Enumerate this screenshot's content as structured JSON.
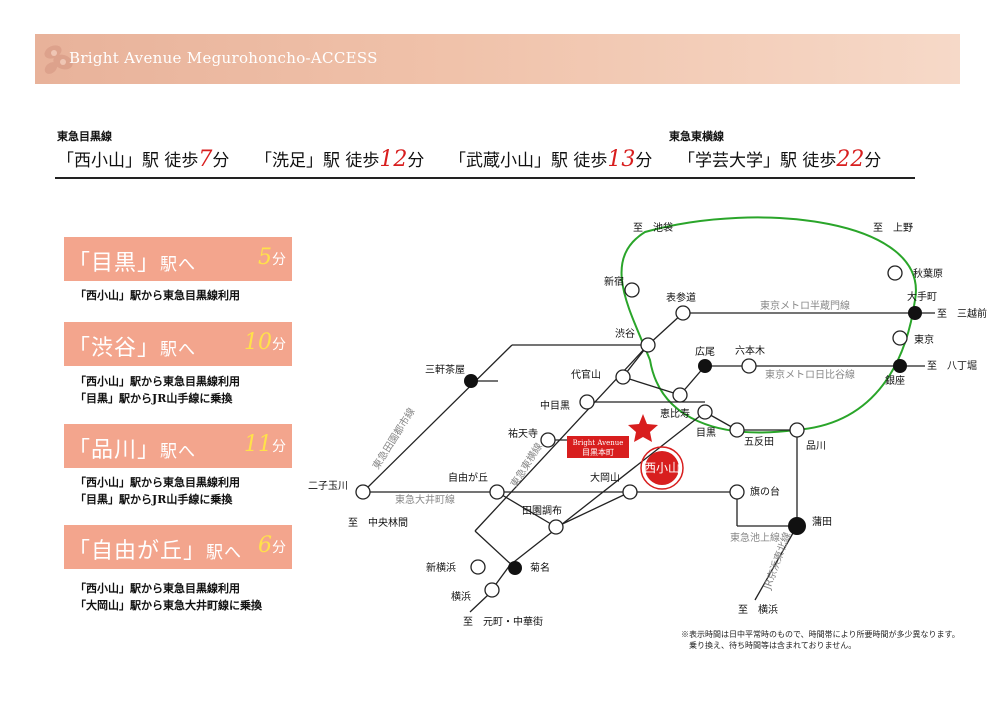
{
  "header": {
    "title": "Bright Avenue Megurohoncho-ACCESS"
  },
  "access": {
    "line1_name": "東急目黒線",
    "line2_name": "東急東横線",
    "items": [
      {
        "station": "「西小山」駅",
        "walk": "徒歩",
        "min": "7",
        "unit": "分"
      },
      {
        "station": "「洗足」駅",
        "walk": "徒歩",
        "min": "12",
        "unit": "分"
      },
      {
        "station": "「武蔵小山」駅",
        "walk": "徒歩",
        "min": "13",
        "unit": "分"
      },
      {
        "station": "「学芸大学」駅",
        "walk": "徒歩",
        "min": "22",
        "unit": "分"
      }
    ]
  },
  "destinations": [
    {
      "name": "「目黒」",
      "suffix": "駅へ",
      "min": "5",
      "unit": "分",
      "notes": [
        "「西小山」駅から東急目黒線利用"
      ]
    },
    {
      "name": "「渋谷」",
      "suffix": "駅へ",
      "min": "10",
      "unit": "分",
      "notes": [
        "「西小山」駅から東急目黒線利用",
        "「目黒」駅からJR山手線に乗換"
      ]
    },
    {
      "name": "「品川」",
      "suffix": "駅へ",
      "min": "11",
      "unit": "分",
      "notes": [
        "「西小山」駅から東急目黒線利用",
        "「目黒」駅からJR山手線に乗換"
      ]
    },
    {
      "name": "「自由が丘」",
      "suffix": "駅へ",
      "min": "6",
      "unit": "分",
      "notes": [
        "「西小山」駅から東急目黒線利用",
        "「大岡山」駅から東急大井町線に乗換"
      ]
    }
  ],
  "map": {
    "colors": {
      "yamanote": "#2aa52a",
      "line": "#222222",
      "accent": "#d81e1e",
      "label_gray": "#888888"
    },
    "stations": [
      {
        "id": "ikebukuro",
        "label": "至　池袋"
      },
      {
        "id": "ueno",
        "label": "至　上野"
      },
      {
        "id": "shinjuku",
        "label": "新宿"
      },
      {
        "id": "akihabara",
        "label": "秋葉原"
      },
      {
        "id": "omotesando",
        "label": "表参道"
      },
      {
        "id": "otemachi",
        "label": "大手町"
      },
      {
        "id": "mitsukoshimae",
        "label": "至　三越前"
      },
      {
        "id": "shibuya",
        "label": "渋谷"
      },
      {
        "id": "tokyo",
        "label": "東京"
      },
      {
        "id": "sangenjaya",
        "label": "三軒茶屋"
      },
      {
        "id": "hiroo",
        "label": "広尾"
      },
      {
        "id": "roppongi",
        "label": "六本木"
      },
      {
        "id": "hatchobori",
        "label": "至　八丁堀"
      },
      {
        "id": "daikanyama",
        "label": "代官山"
      },
      {
        "id": "ginza",
        "label": "銀座"
      },
      {
        "id": "nakameguro",
        "label": "中目黒"
      },
      {
        "id": "ebisu",
        "label": "恵比寿"
      },
      {
        "id": "yutenji",
        "label": "祐天寺"
      },
      {
        "id": "meguro",
        "label": "目黒"
      },
      {
        "id": "gotanda",
        "label": "五反田"
      },
      {
        "id": "shinagawa",
        "label": "品川"
      },
      {
        "id": "jiyugaoka",
        "label": "自由が丘"
      },
      {
        "id": "ookayama",
        "label": "大岡山"
      },
      {
        "id": "futakotamagawa",
        "label": "二子玉川"
      },
      {
        "id": "hatanodai",
        "label": "旗の台"
      },
      {
        "id": "chuorinkan",
        "label": "至　中央林間"
      },
      {
        "id": "denenchofu",
        "label": "田園調布"
      },
      {
        "id": "kamata",
        "label": "蒲田"
      },
      {
        "id": "shinyokohama",
        "label": "新横浜"
      },
      {
        "id": "kikuna",
        "label": "菊名"
      },
      {
        "id": "yokohama",
        "label": "横浜"
      },
      {
        "id": "yokohama2",
        "label": "至　横浜"
      },
      {
        "id": "motomachi",
        "label": "至　元町・中華街"
      }
    ],
    "line_labels": [
      {
        "id": "hanzomon",
        "label": "東京メトロ半蔵門線"
      },
      {
        "id": "hibiya",
        "label": "東京メトロ日比谷線"
      },
      {
        "id": "denentoshi",
        "label": "東急田園都市線"
      },
      {
        "id": "toyoko",
        "label": "東急東横線"
      },
      {
        "id": "oimachi",
        "label": "東急大井町線"
      },
      {
        "id": "ikegami",
        "label": "東急池上線"
      },
      {
        "id": "keihintohoku",
        "label": "JR京浜東北線"
      }
    ],
    "property": {
      "name_en": "Bright Avenue",
      "name_jp": "目黒本町"
    },
    "nearest": "西小山"
  },
  "footnote": [
    "※表示時間は日中平常時のもので、時間帯により所要時間が多少異なります。",
    "乗り換え、待ち時間等は含まれておりません。"
  ]
}
